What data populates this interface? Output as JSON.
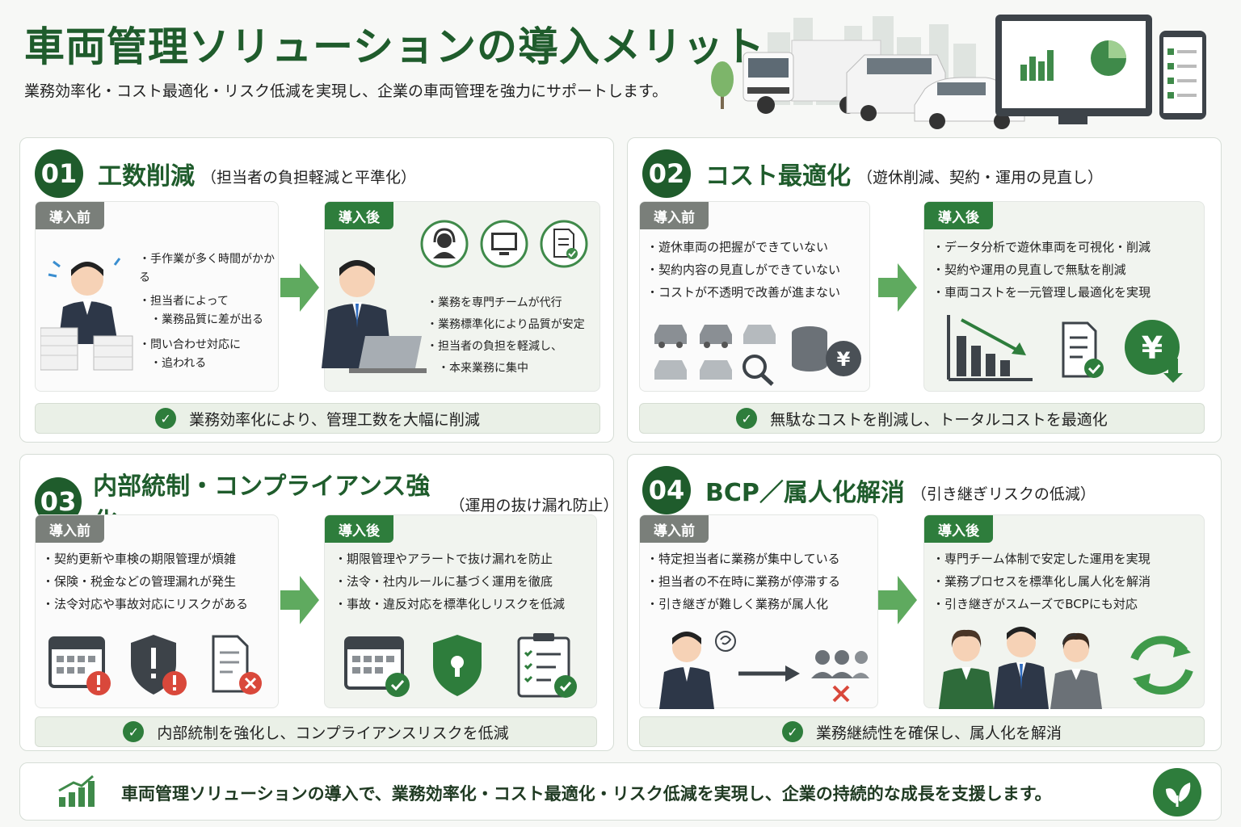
{
  "header": {
    "title": "車両管理ソリューションの導入メリット",
    "subtitle": "業務効率化・コスト最適化・リスク低減を実現し、企業の車両管理を強力にサポートします。"
  },
  "labels": {
    "before": "導入前",
    "after": "導入後"
  },
  "sections": [
    {
      "number": "01",
      "title": "工数削減",
      "subtitle": "（担当者の負担軽減と平準化）",
      "before": [
        "手作業が多く時間がかかる",
        "担当者によって",
        "業務品質に差が出る",
        "問い合わせ対応に",
        "追われる"
      ],
      "after": [
        "業務を専門チームが代行",
        "業務標準化により品質が安定",
        "担当者の負担を軽減し、",
        "本来業務に集中"
      ],
      "result": "業務効率化により、管理工数を大幅に削減"
    },
    {
      "number": "02",
      "title": "コスト最適化",
      "subtitle": "（遊休削減、契約・運用の見直し）",
      "before": [
        "遊休車両の把握ができていない",
        "契約内容の見直しができていない",
        "コストが不透明で改善が進まない"
      ],
      "after": [
        "データ分析で遊休車両を可視化・削減",
        "契約や運用の見直しで無駄を削減",
        "車両コストを一元管理し最適化を実現"
      ],
      "result": "無駄なコストを削減し、トータルコストを最適化"
    },
    {
      "number": "03",
      "title": "内部統制・コンプライアンス強化",
      "subtitle": "（運用の抜け漏れ防止）",
      "before": [
        "契約更新や車検の期限管理が煩雑",
        "保険・税金などの管理漏れが発生",
        "法令対応や事故対応にリスクがある"
      ],
      "after": [
        "期限管理やアラートで抜け漏れを防止",
        "法令・社内ルールに基づく運用を徹底",
        "事故・違反対応を標準化しリスクを低減"
      ],
      "result": "内部統制を強化し、コンプライアンスリスクを低減"
    },
    {
      "number": "04",
      "title": "BCP／属人化解消",
      "subtitle": "（引き継ぎリスクの低減）",
      "before": [
        "特定担当者に業務が集中している",
        "担当者の不在時に業務が停滞する",
        "引き継ぎが難しく業務が属人化"
      ],
      "after": [
        "専門チーム体制で安定した運用を実現",
        "業務プロセスを標準化し属人化を解消",
        "引き継ぎがスムーズでBCPにも対応"
      ],
      "result": "業務継続性を確保し、属人化を解消"
    }
  ],
  "footer": {
    "text": "車両管理ソリューションの導入で、業務効率化・コスト最適化・リスク低減を実現し、企業の持続的な成長を支援します。"
  },
  "icons": {
    "yen_symbol": "¥",
    "accent": "#1f5c2c",
    "accent_light": "#2e7d3c",
    "alert": "#d9483b"
  }
}
